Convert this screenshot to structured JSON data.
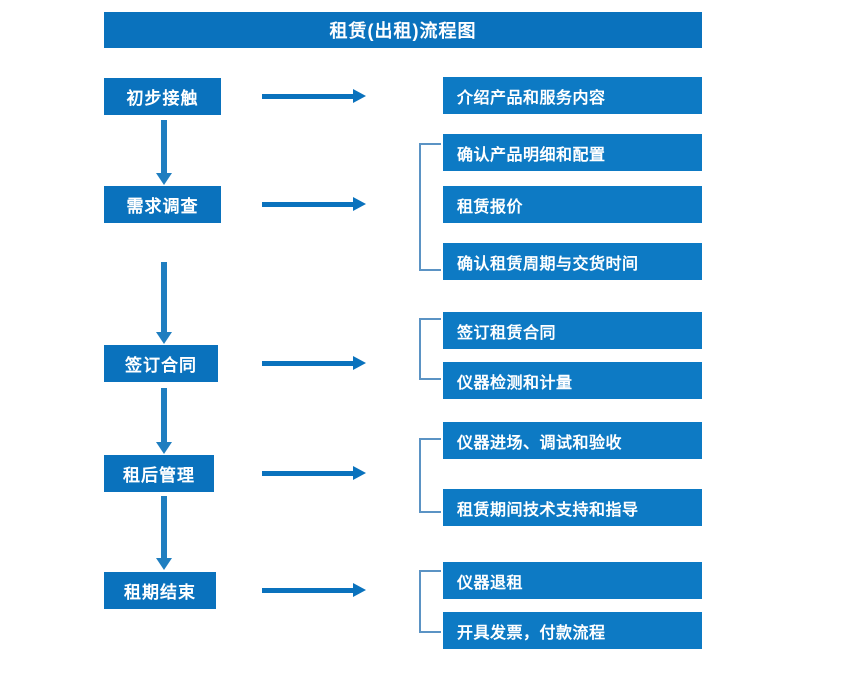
{
  "diagram": {
    "title": "租赁(出租)流程图",
    "colors": {
      "box_blue": "#0a72bd",
      "detail_blue": "#0d7ac4",
      "arrow_blue": "#1f7ec0",
      "bracket_blue": "#5b93c4",
      "text_white": "#ffffff",
      "background": "#ffffff"
    },
    "stages": [
      {
        "label": "初步接触"
      },
      {
        "label": "需求调查"
      },
      {
        "label": "签订合同"
      },
      {
        "label": "租后管理"
      },
      {
        "label": "租期结束"
      }
    ],
    "details": [
      {
        "label": "介绍产品和服务内容"
      },
      {
        "label": "确认产品明细和配置"
      },
      {
        "label": "租赁报价"
      },
      {
        "label": "确认租赁周期与交货时间"
      },
      {
        "label": "签订租赁合同"
      },
      {
        "label": "仪器检测和计量"
      },
      {
        "label": "仪器进场、调试和验收"
      },
      {
        "label": "租赁期间技术支持和指导"
      },
      {
        "label": "仪器退租"
      },
      {
        "label": "开具发票，付款流程"
      }
    ],
    "connectors": {
      "horizontal_arrows": 5,
      "vertical_arrows": 4,
      "brackets": 4
    }
  }
}
